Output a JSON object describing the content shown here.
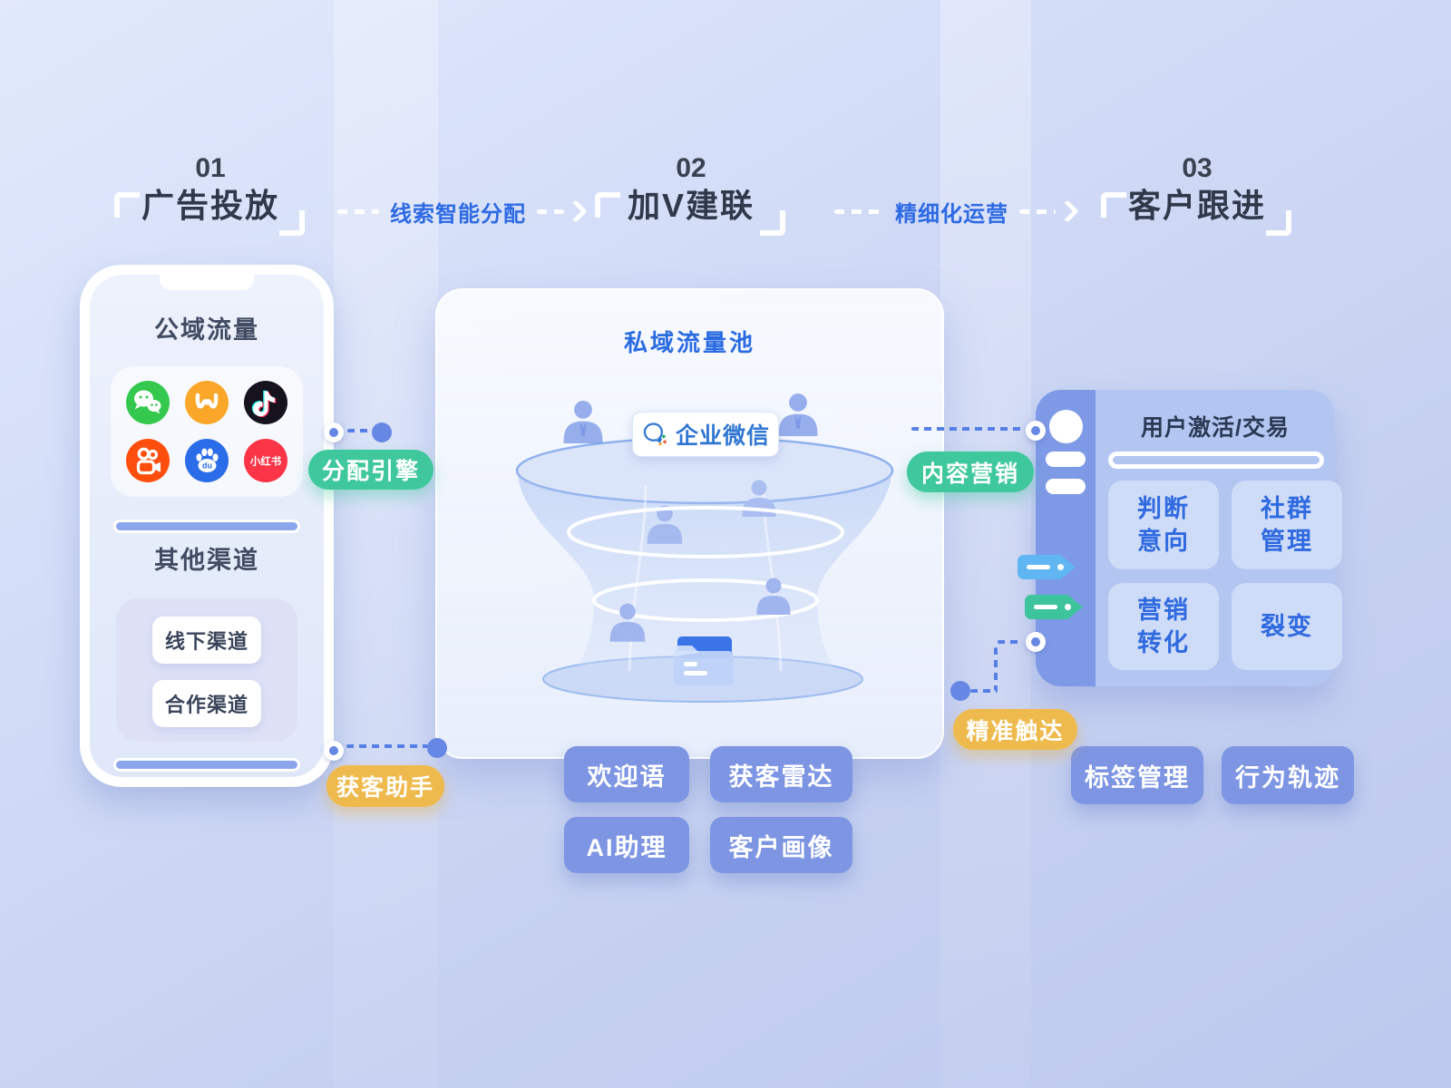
{
  "header": {
    "steps": [
      {
        "number": "01",
        "title": "广告投放"
      },
      {
        "number": "02",
        "title": "加V建联"
      },
      {
        "number": "03",
        "title": "客户跟进"
      }
    ],
    "connectors": [
      {
        "label": "线索智能分配"
      },
      {
        "label": "精细化运营"
      }
    ]
  },
  "phone": {
    "public_traffic_title": "公域流量",
    "app_icons": [
      {
        "name": "wechat",
        "color": "#34c84e"
      },
      {
        "name": "wechat-channels",
        "color": "#f9a629"
      },
      {
        "name": "douyin",
        "color": "#16131f"
      },
      {
        "name": "kuaishou",
        "color": "#fe4e0d"
      },
      {
        "name": "baidu",
        "color": "#2b6de8",
        "glyph": "du"
      },
      {
        "name": "xiaohongshu",
        "color": "#fc3447",
        "glyph": "小红书"
      }
    ],
    "other_channels_title": "其他渠道",
    "channel_buttons": [
      "线下渠道",
      "合作渠道"
    ]
  },
  "center_card": {
    "title": "私域流量池",
    "wecom_label": "企业微信"
  },
  "badges": {
    "assign_engine": "分配引擎",
    "content_marketing": "内容营销",
    "acquisition_assistant": "获客助手",
    "precise_reach": "精准触达"
  },
  "feature_buttons": [
    "欢迎语",
    "获客雷达",
    "AI助理",
    "客户画像"
  ],
  "right_card": {
    "title": "用户激活/交易",
    "cells": [
      "判断\n意向",
      "社群\n管理",
      "营销\n转化",
      "裂变"
    ]
  },
  "bottom_right_buttons": [
    "标签管理",
    "行为轨迹"
  ],
  "colors": {
    "background": "#ccd7f3",
    "accent_blue": "#2d6ae3",
    "green_badge": "#40c89d",
    "yellow_badge": "#efba4d",
    "button_blue": "#7d95e3",
    "right_card_sidebar": "#7e99e6",
    "right_card_bg": "#b3c5f1",
    "wecom_blue": "#3076d3"
  }
}
